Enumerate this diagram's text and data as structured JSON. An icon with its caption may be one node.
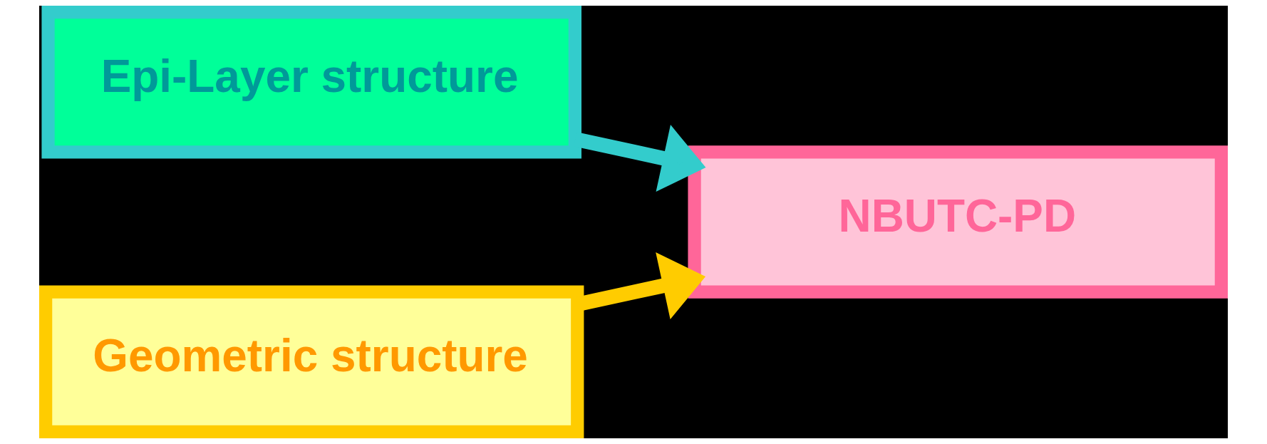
{
  "diagram": {
    "nodes": [
      {
        "text": [
          "Epi-Layer structure"
        ]
      },
      {
        "text": [
          "Geometric structure"
        ]
      },
      {
        "text": [
          "NBUTC-PD"
        ]
      }
    ],
    "edges": [
      {
        "from": 0,
        "to": 2,
        "arrow": "to",
        "color": "#33cccc"
      },
      {
        "from": 1,
        "to": 2,
        "arrow": "to",
        "color": "#ffcc00"
      }
    ]
  }
}
